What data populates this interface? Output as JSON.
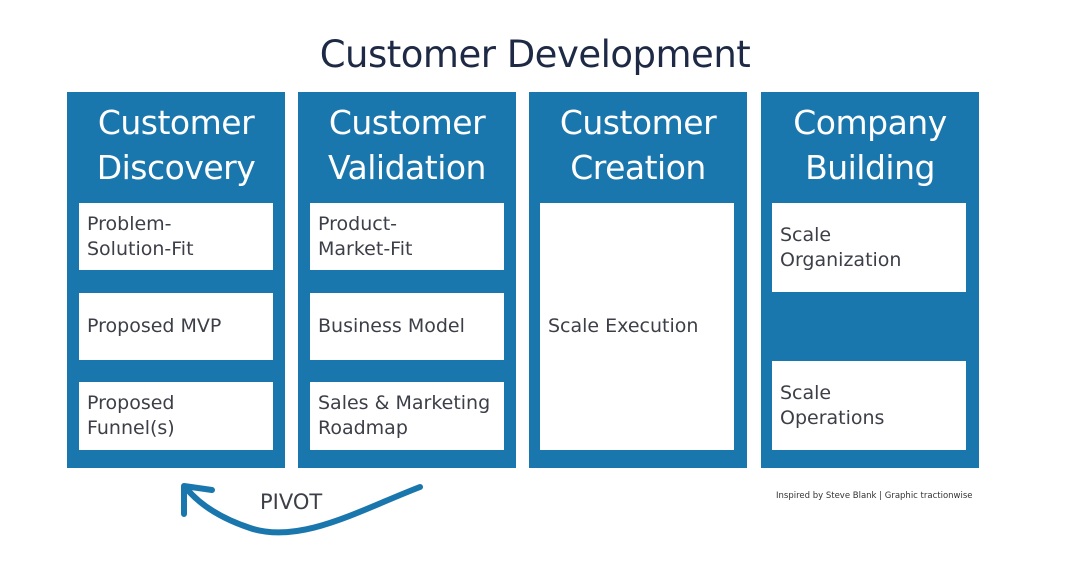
{
  "title": "Customer Development",
  "columns": [
    {
      "heading_1": "Customer",
      "heading_2": "Discovery",
      "boxes": [
        "Problem-Solution-Fit",
        "Proposed MVP",
        "Proposed Funnel(s)"
      ]
    },
    {
      "heading_1": "Customer",
      "heading_2": "Validation",
      "boxes": [
        "Product-Market-Fit",
        "Business Model",
        "Sales & Marketing Roadmap"
      ]
    },
    {
      "heading_1": "Customer",
      "heading_2": "Creation",
      "boxes": [
        "Scale Execution"
      ]
    },
    {
      "heading_1": "Company",
      "heading_2": "Building",
      "boxes": [
        "Scale Organization",
        "Scale Operations"
      ]
    }
  ],
  "pivot_label": "PIVOT",
  "credit": "Inspired by Steve Blank | Graphic tractionwise",
  "colors": {
    "primary_blue": "#1a77ad",
    "title": "#1e2a45",
    "box_text": "#3d3f48"
  }
}
